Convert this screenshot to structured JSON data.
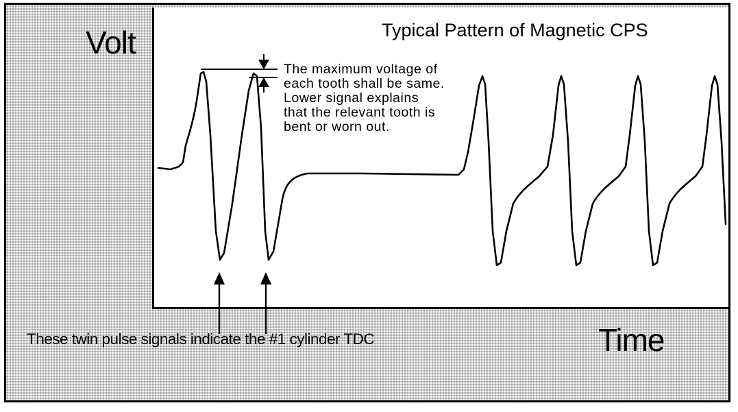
{
  "diagram": {
    "title": "Typical Pattern of Magnetic CPS",
    "y_axis_label": "Volt",
    "x_axis_label": "Time",
    "annotation_max_voltage": "The maximum voltage of\neach tooth shall be same.\nLower signal explains\nthat the relevant tooth is\nbent or worn out.",
    "annotation_twin_pulse": "These twin pulse signals indicate the #1 cylinder TDC"
  }
}
